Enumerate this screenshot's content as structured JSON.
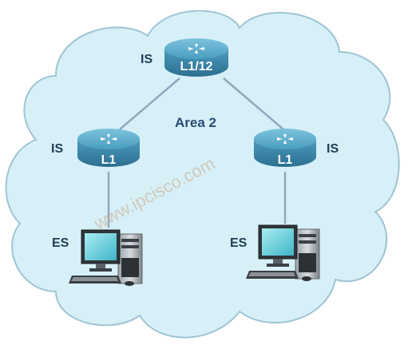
{
  "diagram": {
    "area_label": "Area 2",
    "watermark": "www.ipcisco.com",
    "colors": {
      "cloud_fill": "#d7f0f7",
      "cloud_stroke": "#9fc4d3",
      "router_body": "#3e8eb0",
      "router_top": "#4fa6c8",
      "link": "#8fa8bc",
      "text": "#1f3b55"
    },
    "nodes": {
      "top_router": {
        "label": "L1/12",
        "role": "IS",
        "icon": "router-icon"
      },
      "left_router": {
        "label": "L1",
        "role": "IS",
        "icon": "router-icon"
      },
      "right_router": {
        "label": "L1",
        "role": "IS",
        "icon": "router-icon"
      },
      "left_pc": {
        "role": "ES",
        "icon": "desktop-computer-icon"
      },
      "right_pc": {
        "role": "ES",
        "icon": "desktop-computer-icon"
      }
    },
    "links": [
      {
        "from": "top_router",
        "to": "left_router"
      },
      {
        "from": "top_router",
        "to": "right_router"
      },
      {
        "from": "left_router",
        "to": "left_pc"
      },
      {
        "from": "right_router",
        "to": "right_pc"
      }
    ]
  }
}
